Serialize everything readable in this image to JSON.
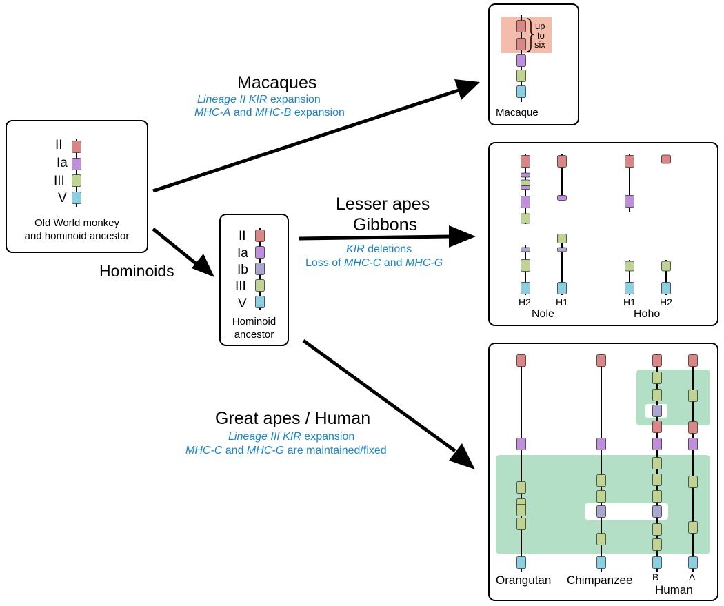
{
  "colors": {
    "II": "#d98686",
    "Ia": "#c08fdc",
    "Ib": "#aba6cf",
    "III": "#bfd395",
    "V": "#8ccfe0",
    "expansion_pink": "#f4bcaa",
    "expansion_green": "#b2dfc6",
    "annotation_blue": "#1b85c8"
  },
  "ancestor": {
    "labels": [
      "II",
      "Ia",
      "III",
      "V"
    ],
    "caption_line1": "Old World monkey",
    "caption_line2": "and hominoid ancestor"
  },
  "hominoid": {
    "labels": [
      "II",
      "Ia",
      "Ib",
      "III",
      "V"
    ],
    "caption_line1": "Hominoid",
    "caption_line2": "ancestor"
  },
  "branches": {
    "macaques": {
      "title": "Macaques",
      "line1_italic": "Lineage II KIR",
      "line1_rest": " expansion",
      "line2_a": "MHC-A",
      "line2_and": " and ",
      "line2_b": "MHC-B",
      "line2_rest": " expansion"
    },
    "hominoids": {
      "title": "Hominoids"
    },
    "lesser": {
      "title1": "Lesser apes",
      "title2": "Gibbons",
      "line1_italic": "KIR",
      "line1_rest": " deletions",
      "line2_pre": "Loss of ",
      "line2_a": "MHC-C",
      "line2_and": " and ",
      "line2_b": "MHC-G"
    },
    "great": {
      "title": "Great apes / Human",
      "line1_italic": "Lineage III KIR",
      "line1_rest": " expansion",
      "line2_a": "MHC-C",
      "line2_and": " and ",
      "line2_b": "MHC-G",
      "line2_rest": " are maintained/fixed"
    }
  },
  "panels": {
    "macaque": {
      "caption": "Macaque",
      "brace_line1": "up",
      "brace_line2": "to",
      "brace_line3": "six"
    },
    "gibbon": {
      "nole": "Nole",
      "hoho": "Hoho",
      "h2a": "H2",
      "h1a": "H1",
      "h1b": "H1",
      "h2b": "H2"
    },
    "great": {
      "orangutan": "Orangutan",
      "chimpanzee": "Chimpanzee",
      "b": "B",
      "a": "A",
      "human": "Human"
    }
  }
}
